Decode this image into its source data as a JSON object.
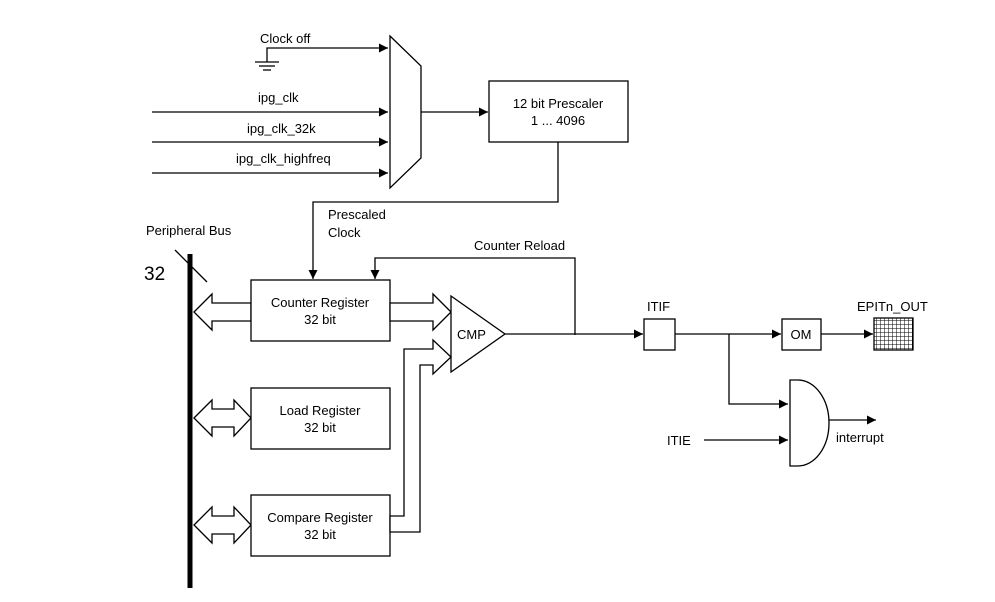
{
  "mux_inputs": {
    "clock_off": "Clock off",
    "ipg_clk": "ipg_clk",
    "ipg_clk_32k": "ipg_clk_32k",
    "ipg_clk_highfreq": "ipg_clk_highfreq"
  },
  "prescaler": {
    "line1": "12 bit Prescaler",
    "line2": "1 ... 4096"
  },
  "prescaled_clock": {
    "line1": "Prescaled",
    "line2": "Clock"
  },
  "peripheral_bus": {
    "label": "Peripheral Bus",
    "width": "32"
  },
  "counter_reload": "Counter Reload",
  "counter_register": {
    "line1": "Counter Register",
    "line2": "32 bit"
  },
  "load_register": {
    "line1": "Load Register",
    "line2": "32 bit"
  },
  "compare_register": {
    "line1": "Compare Register",
    "line2": "32 bit"
  },
  "cmp": "CMP",
  "itif": "ITIF",
  "om": "OM",
  "epit_out": "EPITn_OUT",
  "itie": "ITIE",
  "interrupt": "interrupt"
}
